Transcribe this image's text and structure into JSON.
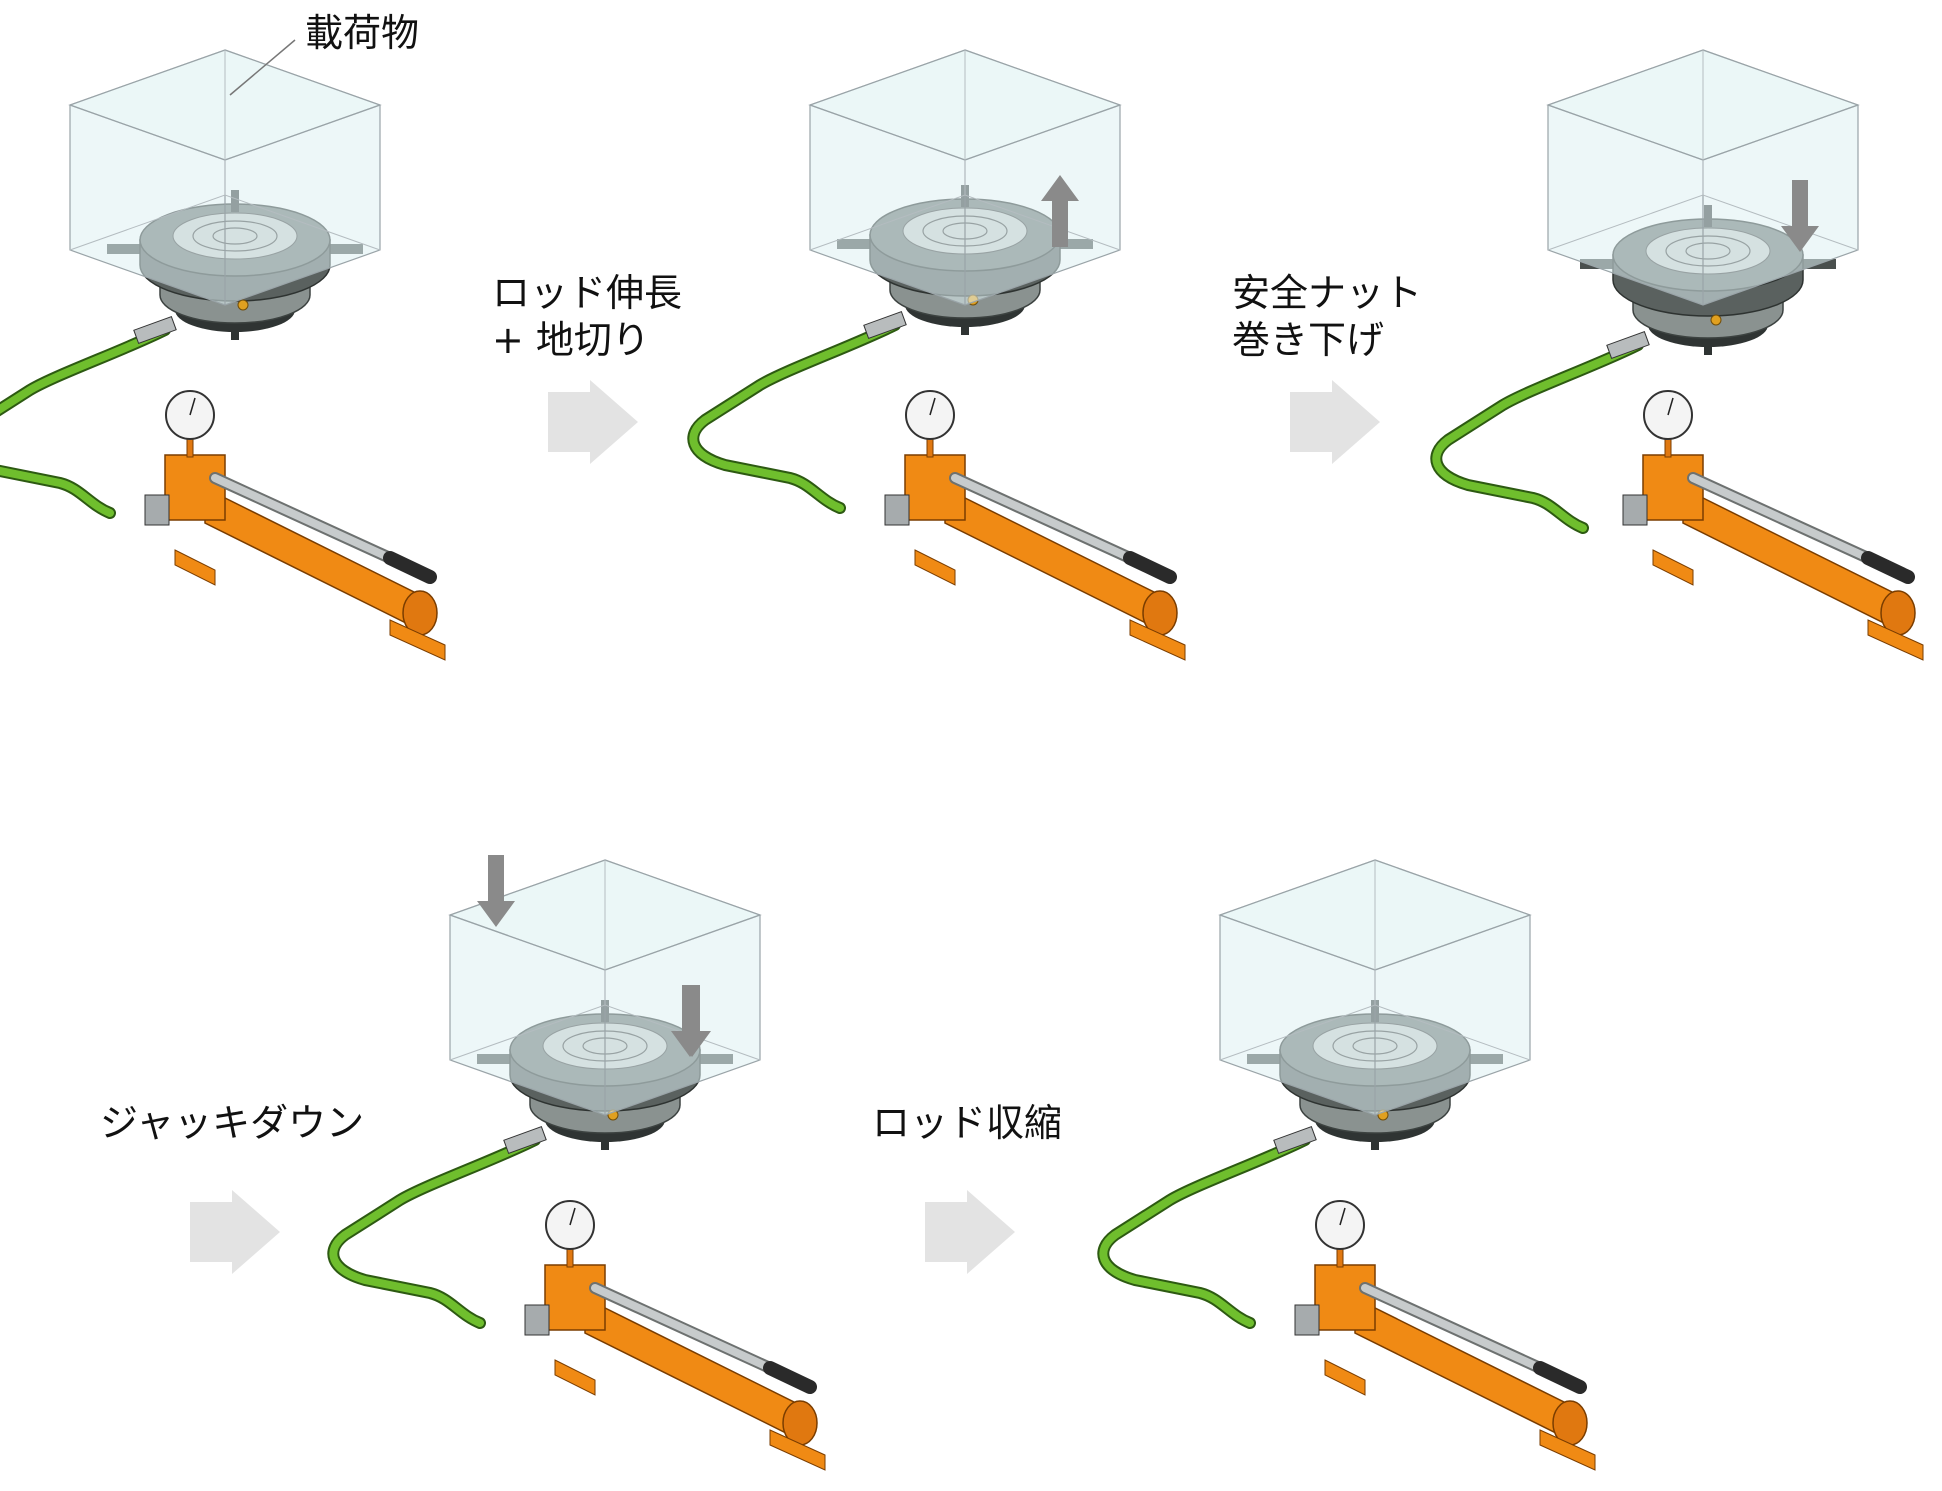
{
  "load_label": "載荷物",
  "steps": [
    {
      "lines": [
        "ロッド伸長",
        "+  地切り"
      ]
    },
    {
      "lines": [
        "安全ナット",
        "巻き下げ"
      ]
    },
    {
      "lines": [
        "ジャッキダウン"
      ]
    },
    {
      "lines": [
        "ロッド収縮"
      ]
    }
  ],
  "colors": {
    "pump_orange": "#f08a14",
    "hose_green": "#6fbe2d",
    "jack_gray": "#5a615f",
    "box_tint": "#dff1f3",
    "motion_arrow": "#8a8a8a",
    "flow_arrow": "#e3e3e3"
  }
}
